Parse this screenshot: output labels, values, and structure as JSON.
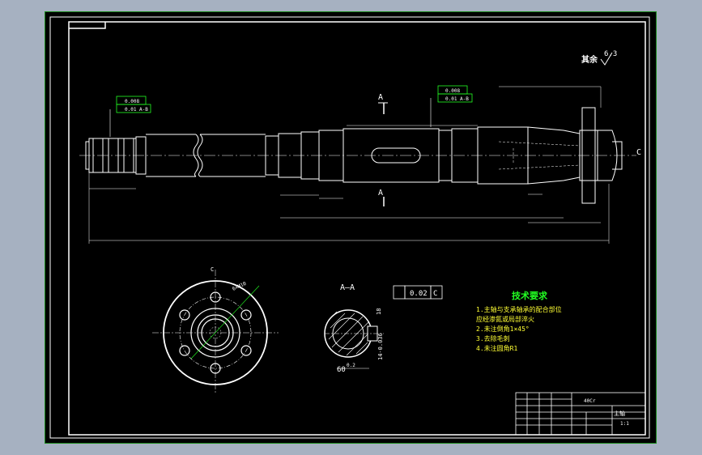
{
  "drawing": {
    "title_block_corner": "",
    "surface_finish": {
      "label": "其余",
      "value": "6.3"
    },
    "section_marker": "A",
    "section_title": "A—A",
    "datum_c": "C",
    "fcf_left": {
      "row1": "0.008",
      "row2": "0.01  A-B"
    },
    "fcf_mid": {
      "row1": "0.008",
      "row2": "0.01  A-B"
    },
    "fcf_section": {
      "tol": "0.02",
      "datum": "C"
    },
    "section_dims": {
      "width": "60",
      "width_tol": "0.2",
      "depth": "14-0.036",
      "key": "18"
    },
    "flange_note": "6×M10",
    "tech_req": {
      "title": "技术要求",
      "items": [
        "1.主轴与支承轴承的配合部位",
        "  应经渗氮或局部淬火",
        "2.未注倒角1×45°",
        "3.去除毛刺",
        "4.未注圆角R1"
      ]
    },
    "title_block": {
      "name": "主轴",
      "scale": "1:1",
      "material": "40Cr"
    }
  }
}
